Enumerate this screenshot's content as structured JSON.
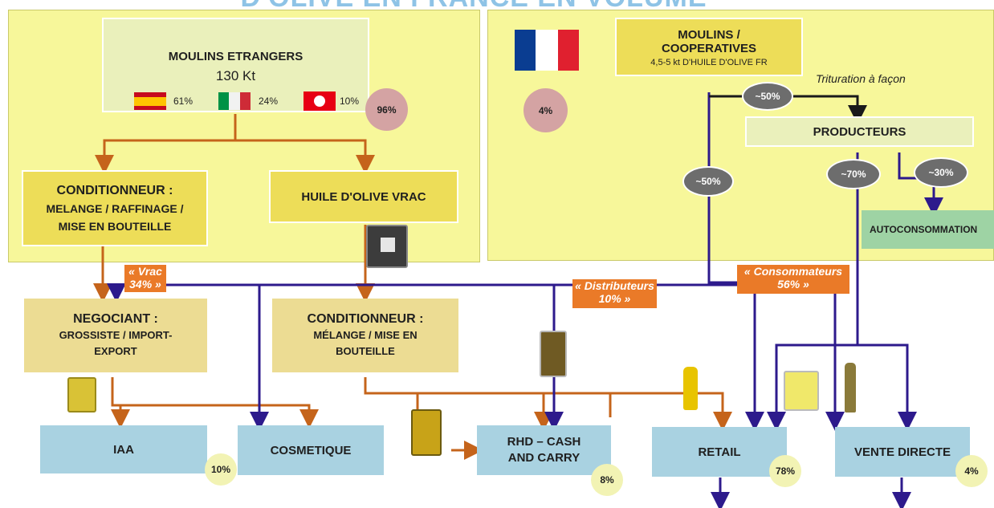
{
  "title": "D'OLIVE EN FRANCE EN VOLUME",
  "foreign": {
    "title": "MOULINS ETRANGERS",
    "volume": "130 Kt",
    "spain_pct": "61%",
    "italy_pct": "24%",
    "tunisia_pct": "10%",
    "share": "96%"
  },
  "france": {
    "share": "4%",
    "mills_title_1": "MOULINS /",
    "mills_title_2": "COOPERATIVES",
    "mills_volume": "4,5-5 kt D'HUILE D'OLIVE FR",
    "trituration": "Trituration à façon",
    "producteurs": "PRODUCTEURS",
    "autoconsommation": "AUTOCONSOMMATION"
  },
  "bubbles": {
    "mills_to_producers": "~50%",
    "mills_direct": "~50%",
    "producers_70": "~70%",
    "producers_30": "~30%"
  },
  "conditionneur1": {
    "line1": "CONDITIONNEUR :",
    "line2": "MELANGE / RAFFINAGE /",
    "line3": "MISE EN BOUTEILLE"
  },
  "vrac": "HUILE D'OLIVE VRAC",
  "negociant": {
    "line1": "NEGOCIANT :",
    "line2": "GROSSISTE / IMPORT-",
    "line3": "EXPORT"
  },
  "conditionneur2": {
    "line1": "CONDITIONNEUR :",
    "line2": "MÉLANGE / MISE EN",
    "line3": "BOUTEILLE"
  },
  "tags": {
    "vrac_1": "« Vrac",
    "vrac_2": "34% »",
    "distrib_1": "« Distributeurs",
    "distrib_2": "10% »",
    "conso_1": "« Consommateurs",
    "conso_2": "56% »"
  },
  "destinations": {
    "iaa": "IAA",
    "iaa_pct": "10%",
    "cosmetique": "COSMETIQUE",
    "rhd_1": "RHD – CASH",
    "rhd_2": "AND CARRY",
    "rhd_pct": "8%",
    "retail": "RETAIL",
    "retail_pct": "78%",
    "vente": "VENTE DIRECTE",
    "vente_pct": "4%"
  },
  "colors": {
    "orange_flow": "#c5641b",
    "purple_flow": "#2d1a8c",
    "panel_yellow": "#f7f79a"
  }
}
